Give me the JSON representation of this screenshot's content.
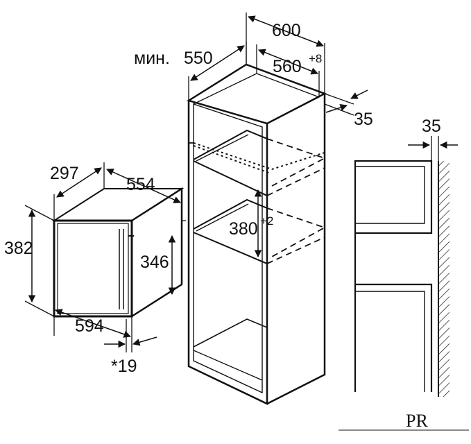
{
  "labels": {
    "width_600": "600",
    "min_label": "мин.",
    "depth_550": "550",
    "niche_width": "560",
    "niche_width_tol": "+8",
    "panel_35": "35",
    "side_35": "35",
    "depth_297": "297",
    "width_554": "554",
    "height_382": "382",
    "height_346": "346",
    "width_594": "594",
    "offset_19": "*19",
    "niche_height": "380",
    "niche_height_tol": "+2"
  },
  "logo": {
    "text": "PR"
  },
  "colors": {
    "ink": "#111111",
    "background": "#ffffff"
  }
}
